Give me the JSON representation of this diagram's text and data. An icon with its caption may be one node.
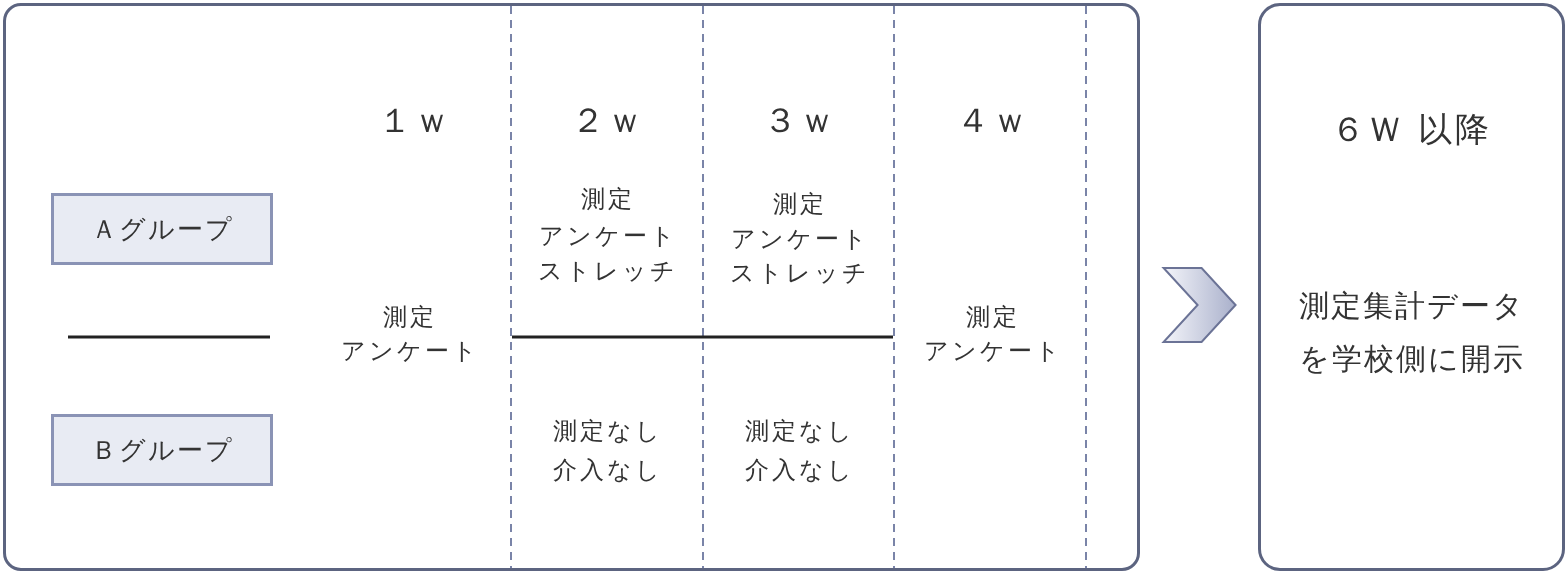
{
  "diagram": {
    "nodes": [
      {
        "text": [],
        "shape": "box"
      },
      {
        "text": [
          "Ａグループ"
        ],
        "in": 0
      },
      {
        "text": [
          "Ｂグループ"
        ],
        "in": 0
      },
      {
        "text": [
          "６Ｗ 以降",
          "測定集計データを学校側に開示"
        ]
      }
    ],
    "edges": [
      {
        "from": 0,
        "to": 3,
        "arrow": "to"
      }
    ],
    "labels": [
      "１ｗ",
      "２ｗ",
      "３ｗ",
      "４ｗ",
      "測定",
      "アンケート",
      "ストレッチ",
      "測定",
      "アンケート",
      "ストレッチ",
      "測定",
      "アンケート",
      "測定",
      "アンケート",
      "測定なし",
      "介入なし",
      "測定なし",
      "介入なし"
    ]
  }
}
